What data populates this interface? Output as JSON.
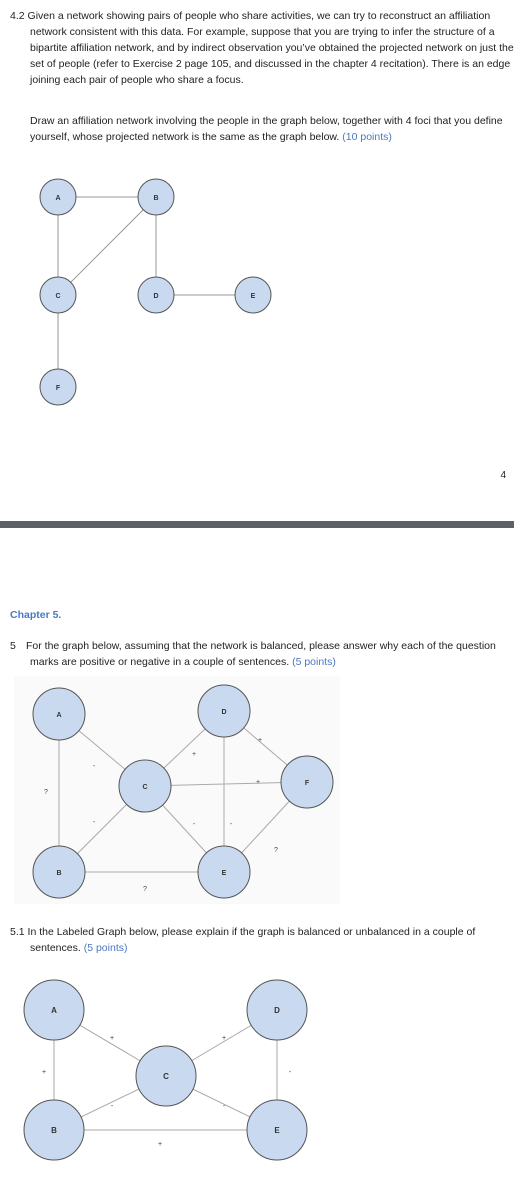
{
  "q42": {
    "number": "4.2",
    "text": "Given a network showing pairs of people who share activities, we can try to reconstruct an affiliation network consistent with this data. For example, suppose that you are trying to infer the structure of a bipartite affiliation network, and by indirect observation you’ve obtained the projected network on just the set of people (refer to Exercise 2 page 105, and discussed in the chapter 4 recitation). There is an edge joining each pair of people who share a focus.",
    "instruction": "Draw an affiliation network involving the people in the graph below, together with 4 foci that you define yourself, whose projected network is the same as the graph below.",
    "points": "(10 points)",
    "graph": {
      "nodes": [
        {
          "id": "A",
          "label": "A"
        },
        {
          "id": "B",
          "label": "B"
        },
        {
          "id": "C",
          "label": "C"
        },
        {
          "id": "D",
          "label": "D"
        },
        {
          "id": "E",
          "label": "E"
        },
        {
          "id": "F",
          "label": "F"
        }
      ],
      "edges": [
        [
          "A",
          "B"
        ],
        [
          "A",
          "C"
        ],
        [
          "B",
          "C"
        ],
        [
          "B",
          "D"
        ],
        [
          "D",
          "E"
        ],
        [
          "C",
          "F"
        ]
      ]
    }
  },
  "page_number": "4",
  "chapter": "Chapter 5.",
  "q5": {
    "number": "5",
    "text": "For the graph below, assuming that the network is balanced, please answer why each of the question marks are positive or negative in a couple of sentences.",
    "points": "(5 points)",
    "graph": {
      "nodes": [
        {
          "id": "A",
          "label": "A"
        },
        {
          "id": "B",
          "label": "B"
        },
        {
          "id": "C",
          "label": "C"
        },
        {
          "id": "D",
          "label": "D"
        },
        {
          "id": "E",
          "label": "E"
        },
        {
          "id": "F",
          "label": "F"
        }
      ],
      "edges": [
        {
          "from": "A",
          "to": "B",
          "sign": "?"
        },
        {
          "from": "A",
          "to": "C",
          "sign": "-"
        },
        {
          "from": "B",
          "to": "C",
          "sign": "-"
        },
        {
          "from": "B",
          "to": "E",
          "sign": "?"
        },
        {
          "from": "C",
          "to": "D",
          "sign": "+"
        },
        {
          "from": "C",
          "to": "E",
          "sign": "-"
        },
        {
          "from": "C",
          "to": "F",
          "sign": ""
        },
        {
          "from": "D",
          "to": "E",
          "sign": "-"
        },
        {
          "from": "D",
          "to": "F",
          "sign": "+"
        },
        {
          "from": "E",
          "to": "F",
          "sign": "?"
        }
      ]
    }
  },
  "q51": {
    "number": "5.1",
    "text": "In the Labeled Graph below, please explain if the graph is balanced or unbalanced in a couple of sentences.",
    "points": "(5 points)",
    "graph": {
      "nodes": [
        {
          "id": "A",
          "label": "A"
        },
        {
          "id": "B",
          "label": "B"
        },
        {
          "id": "C",
          "label": "C"
        },
        {
          "id": "D",
          "label": "D"
        },
        {
          "id": "E",
          "label": "E"
        }
      ],
      "edges": [
        {
          "from": "A",
          "to": "B",
          "sign": "+"
        },
        {
          "from": "A",
          "to": "C",
          "sign": "+"
        },
        {
          "from": "B",
          "to": "C",
          "sign": "-"
        },
        {
          "from": "D",
          "to": "C",
          "sign": "+"
        },
        {
          "from": "E",
          "to": "C",
          "sign": "-"
        },
        {
          "from": "D",
          "to": "E",
          "sign": "-"
        },
        {
          "from": "B",
          "to": "E",
          "sign": "+"
        }
      ]
    }
  },
  "colors": {
    "node_fill": "#c9daf0",
    "node_stroke": "#555555",
    "edge": "#999999",
    "link": "#4a78c2"
  }
}
